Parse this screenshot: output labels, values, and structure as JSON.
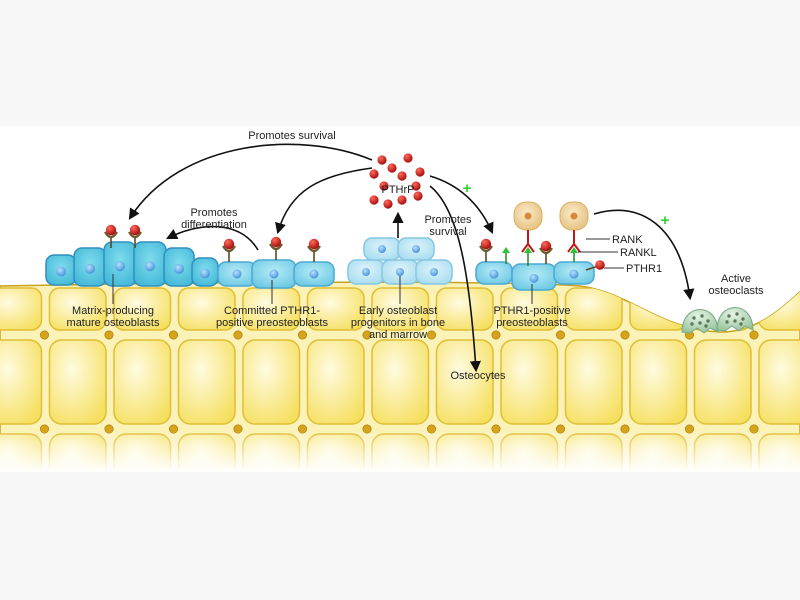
{
  "figure": {
    "title": "PTHrP actions in bone remodeling",
    "colors": {
      "page_background": "#f7f7f7",
      "figure_background": "#ffffff",
      "bone_cell": "#f7e57a",
      "bone_matrix": "#fbf2b8",
      "bone_border": "#d9b52a",
      "osteocyte_dot": "#d4a017",
      "osteoblast": "#5cc8e0",
      "preosteoblast": "#8dd6ea",
      "progenitor": "#b7e4f2",
      "nucleus": "#4a9fe0",
      "pthrp_ligand": "#c0181a",
      "pthr1_receptor": "#6b5a2e",
      "rank_receptor": "#c0181a",
      "rankl": "#2fae3a",
      "osteoclast_precursor": "#f0d49c",
      "osteoclast": "#a8cfae",
      "plus_sign": "#2fd12f",
      "arrow": "#111111"
    },
    "ligand": {
      "label": "PTHrP"
    },
    "annotations": {
      "promotes_survival_top": "Promotes survival",
      "promotes_differentiation_line1": "Promotes",
      "promotes_differentiation_line2": "differentiation",
      "promotes_survival_mid_line1": "Promotes",
      "promotes_survival_mid_line2": "survival",
      "plus_1": "+",
      "plus_2": "+"
    },
    "cell_labels": {
      "mature_line1": "Matrix-producing",
      "mature_line2": "mature osteoblasts",
      "committed_line1": "Committed PTHR1-",
      "committed_line2": "positive preosteoblasts",
      "early_line1": "Early osteoblast",
      "early_line2": "progenitors in bone",
      "early_line3": "and marrow",
      "pthr1pos_line1": "PTHR1-positive",
      "pthr1pos_line2": "preosteoblasts",
      "osteocytes": "Osteocytes",
      "osteoclasts_line1": "Active",
      "osteoclasts_line2": "osteoclasts"
    },
    "receptor_labels": {
      "rank": "RANK",
      "rankl": "RANKL",
      "pthr1": "PTHR1"
    }
  }
}
